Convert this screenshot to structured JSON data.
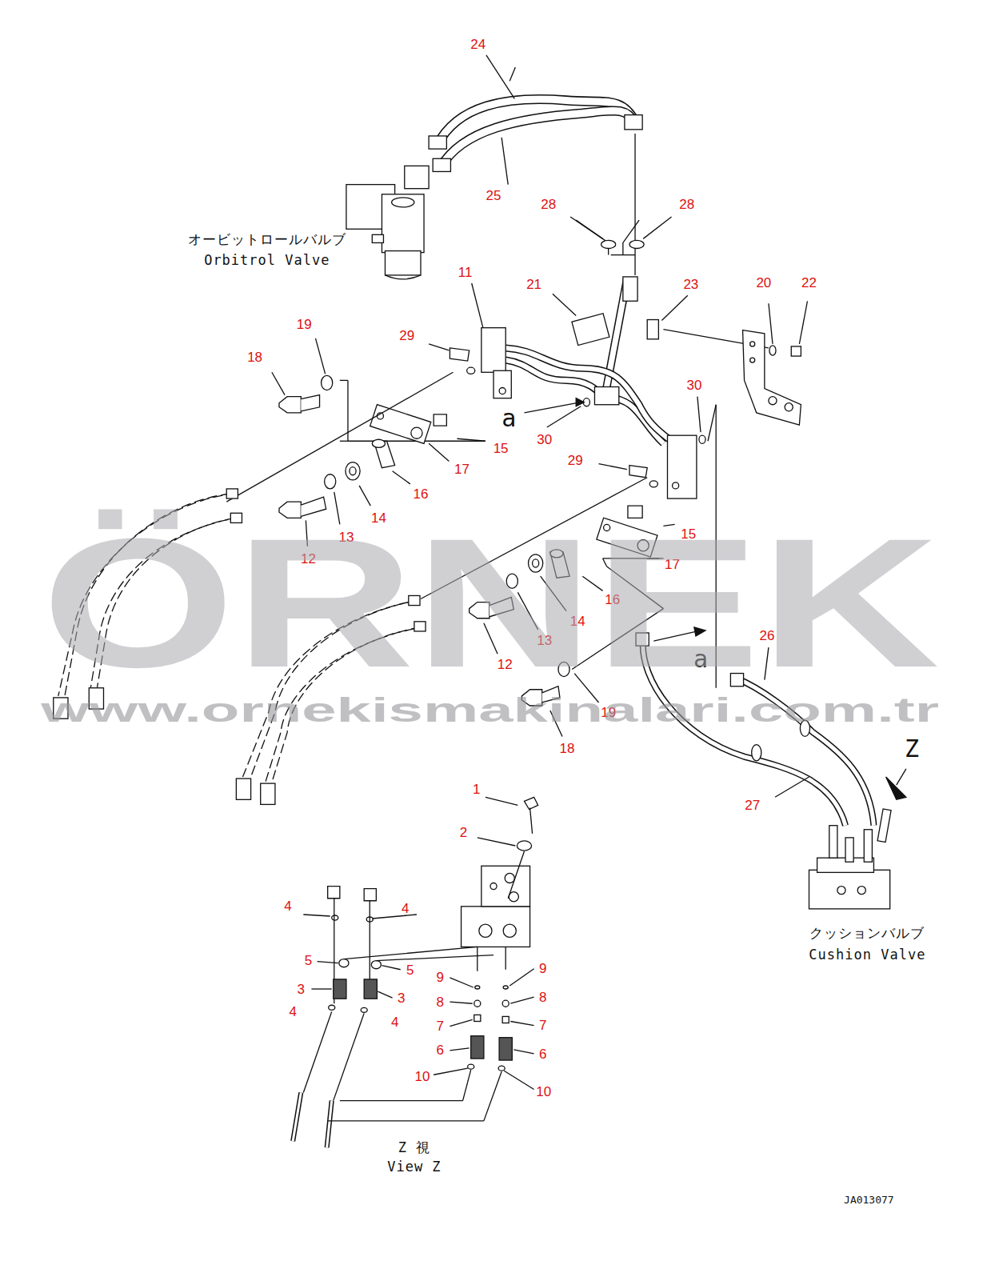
{
  "diagram": {
    "labels": [
      "24",
      "25",
      "オービットロールバルブ",
      "Orbitrol Valve",
      "28",
      "28",
      "11",
      "21",
      "23",
      "20",
      "22",
      "19",
      "29",
      "18",
      "30",
      "a",
      "30",
      "15",
      "17",
      "29",
      "16",
      "14",
      "13",
      "12",
      "15",
      "17",
      "16",
      "14",
      "13",
      "12",
      "26",
      "a",
      "19",
      "18",
      "Z",
      "27",
      "1",
      "2",
      "4",
      "4",
      "5",
      "5",
      "9",
      "9",
      "3",
      "3",
      "8",
      "8",
      "4",
      "4",
      "7",
      "7",
      "6",
      "6",
      "10",
      "10",
      "クッションバルブ",
      "Cushion Valve",
      "Z 視",
      "View Z",
      "JA013077",
      "ÖRNEK",
      "www.ornekismakinalari.com.tr"
    ]
  }
}
